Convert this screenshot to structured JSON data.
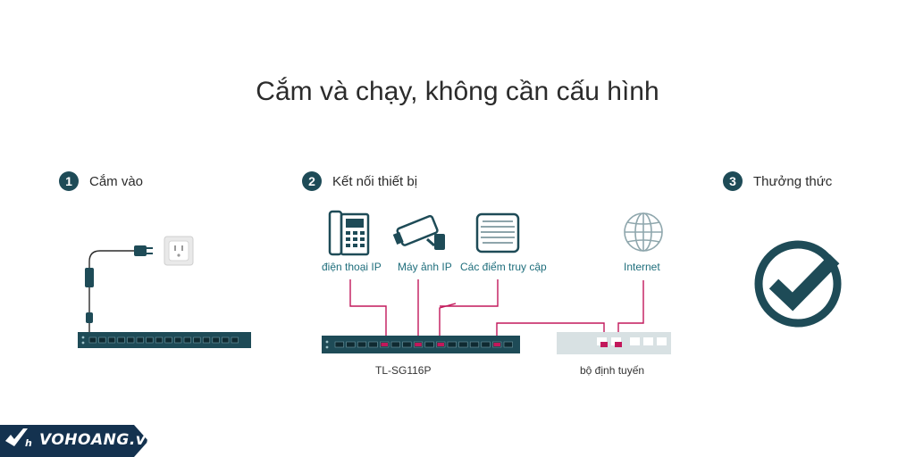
{
  "title": "Cắm và chạy, không cần cấu hình",
  "steps": [
    {
      "number": "1",
      "label": "Cắm vào"
    },
    {
      "number": "2",
      "label": "Kết nối thiết bị"
    },
    {
      "number": "3",
      "label": "Thưởng thức"
    }
  ],
  "devices": {
    "phone": "điện thoại IP",
    "camera": "Máy ảnh IP",
    "ap": "Các điểm truy cập",
    "internet": "Internet"
  },
  "switch_model": "TL-SG116P",
  "router_label": "bộ định tuyến",
  "brand": "VOHOANG.vn",
  "colors": {
    "dark_teal": "#1e4b57",
    "link_magenta": "#c2185b",
    "port_magenta": "#c2185b"
  }
}
